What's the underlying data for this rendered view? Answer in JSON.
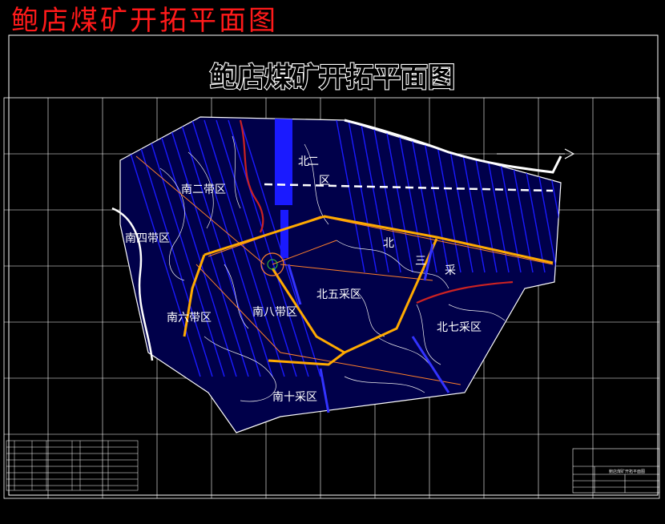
{
  "corner_title": "鲍店煤矿开拓平面图",
  "drawing_title": "鲍店煤矿开拓平面图",
  "districts": [
    {
      "name": "南二带区"
    },
    {
      "name": "南四带区"
    },
    {
      "name": "南六带区"
    },
    {
      "name": "南八带区"
    },
    {
      "name": "南十采区"
    },
    {
      "name": "北五采区"
    },
    {
      "name": "北七采区"
    }
  ],
  "north_district_chars": [
    "北",
    "二",
    "区"
  ],
  "north_belt_chars": [
    "北",
    "三",
    "采"
  ],
  "title_block": {
    "name": "鲍店煤矿开拓平面图"
  },
  "colors": {
    "background": "#000000",
    "frame": "#ffffff",
    "corner_title": "#ff1a1a",
    "seam_hatch": "#1a1aff",
    "roadway": "#ffaa00",
    "boundary": "#ff7f2a",
    "fault": "#cc2222"
  }
}
